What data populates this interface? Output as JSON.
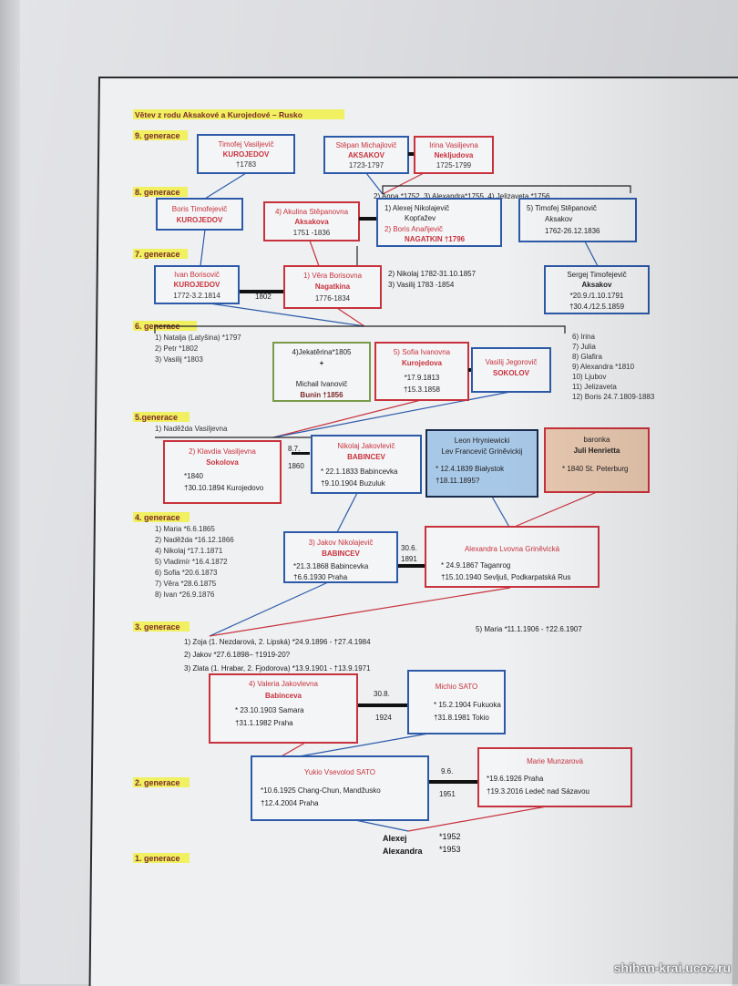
{
  "title": "Větev z rodu Aksakové a Kurojedové – Rusko",
  "generations": [
    "9. generace",
    "8. generace",
    "7. generace",
    "6. generace",
    "5.generace",
    "4. generace",
    "3. generace",
    "2. generace",
    "1. generace"
  ],
  "persons": {
    "kurojedov9": {
      "lines": [
        "Timofej Vasiljevič",
        "KUROJEDOV",
        "†1783"
      ]
    },
    "aksakov9": {
      "lines": [
        "Stěpan Michajlovič",
        "AKSAKOV",
        "1723-1797"
      ]
    },
    "nekljudova": {
      "lines": [
        "Irina Vasiljevna",
        "Nekljudova",
        "1725-1799"
      ]
    },
    "kurojedov8": {
      "lines": [
        "Boris Timofejevič",
        "KUROJEDOV"
      ]
    },
    "aksakova8": {
      "lines": [
        "4) Akulina Stěpanovna",
        "Aksakova",
        "1751 -1836"
      ]
    },
    "koptjazev": {
      "lines": [
        "1)  Alexej Nikolajevič",
        "Kopťažev",
        "2)  Boris Anaňjevič",
        "NAGATKIN  †1796"
      ]
    },
    "timofej8": {
      "lines": [
        "5)  Timofej Stěpanovič",
        "Aksakov",
        "1762-26.12.1836"
      ]
    },
    "kurojedov7": {
      "lines": [
        "Ivan Borisovič",
        "KUROJEDOV",
        "1772-3.2.1814"
      ]
    },
    "nagatkina": {
      "lines": [
        "1) Věra Borisovna",
        "Nagatkina",
        "1776-1834"
      ]
    },
    "sergej": {
      "lines": [
        "Sergej Timofejevič",
        "Aksakov",
        "*20.9./1.10.1791",
        "†30.4./12.5.1859"
      ]
    },
    "jekaterina": {
      "lines": [
        "4)Jekatěrina*1805",
        "+",
        "Michail Ivanovič",
        "Bunin  †1856"
      ]
    },
    "sofia": {
      "lines": [
        "5) Sofia Ivanovna",
        "Kurojedova",
        "*17.9.1813",
        "†15.3.1858"
      ]
    },
    "sokolov": {
      "lines": [
        "Vasilij Jegorovič",
        "SOKOLOV"
      ]
    },
    "sokolova": {
      "lines": [
        "2) Klavdia Vasiljevna",
        "Sokolova",
        "*1840",
        "†30.10.1894 Kurojedovo"
      ]
    },
    "babincev5": {
      "lines": [
        "Nikolaj Jakovlevič",
        "BABINCEV",
        "* 22.1.1833 Babincevka",
        "†9.10.1904 Buzuluk"
      ]
    },
    "hryniewicki": {
      "lines": [
        "Leon Hryniewicki",
        "Lev Francevič Griněvickij",
        "* 12.4.1839 Białystok",
        "†18.11.1895?"
      ]
    },
    "juli": {
      "lines": [
        "baronka",
        "Juli Henrietta",
        "* 1840 St. Peterburg"
      ]
    },
    "babincev4": {
      "lines": [
        "3) Jakov Nikolajevič",
        "BABINCEV",
        "*21.3.1868 Babincevka",
        "†6.6.1930 Praha"
      ]
    },
    "grinevicka": {
      "lines": [
        "Alexandra Lvovna Griněvická",
        "* 24.9.1867 Taganrog",
        "†15.10.1940 Sevljuš, Podkarpatská Rus"
      ]
    },
    "valeria": {
      "lines": [
        "4) Valeria Jakovlevna",
        "Babinceva",
        "* 23.10.1903 Samara",
        "†31.1.1982 Praha"
      ]
    },
    "michio": {
      "lines": [
        "Michio SATO",
        "* 15.2.1904 Fukuoka",
        "†31.8.1981 Tokio"
      ]
    },
    "yukio": {
      "lines": [
        "Yukio Vsevolod SATO",
        "*10.6.1925 Chang-Chun, Mandžusko",
        "†12.4.2004 Praha"
      ]
    },
    "marie": {
      "lines": [
        "Marie Munzarová",
        "*19.6.1926 Praha",
        "†19.3.2016 Ledeč nad Sázavou"
      ]
    }
  },
  "marriages": {
    "m7": "1802",
    "m5a": "8.7.",
    "m5b": "1860",
    "m4a": "30.6.",
    "m4b": "1891",
    "m3a": "30.8.",
    "m3b": "1924",
    "m2a": "9.6.",
    "m2b": "1951"
  },
  "lists": {
    "children9": [
      "2) Anna *1752, 3) Alexandra*1755,  4) Jelizaveta *1756"
    ],
    "children7": [
      "2) Nikolaj 1782-31.10.1857",
      "3) Vasilij  1783 -1854"
    ],
    "children6left": [
      "1) Natalja (Latyšina) *1797",
      "2) Petr *1802",
      "3) Vasilij *1803"
    ],
    "children6right": [
      "6) Irina",
      "7) Julia",
      "8) Glafira",
      "9) Alexandra *1810",
      "10) Ljubov",
      "11) Jelizaveta",
      "12) Boris 24.7.1809-1883"
    ],
    "children5": [
      "1) Naděžda Vasiljevna"
    ],
    "children4": [
      "1) Maria *6.6.1865",
      "2) Naděžda  *16.12.1866",
      "4) Nikolaj *17.1.1871",
      "5) Vladimír *16.4.1872",
      "6) Sofia *20.6.1873",
      "7) Věra *28.6.1875",
      "8) Ivan *26.9.1876"
    ],
    "children3": [
      "1)  Zoja (1. Nezdarová, 2. Lipská) *24.9.1896 - †27.4.1984",
      "2)  Jakov *27.6.1898– †1919-20?",
      "3)  Zlata (1. Hrabar, 2. Fjodorova)  *13.9.1901 - †13.9.1971"
    ],
    "maria3": "5) Maria *11.1.1906 - †22.6.1907",
    "children1": [
      "Alexej",
      "Alexandra",
      "*1952",
      "*1953"
    ]
  },
  "watermark": "shihan-krai.ucoz.ru",
  "colors": {
    "red": "#c8323c",
    "blue": "#2d5aa8",
    "green": "#7a9a4a",
    "peach": "#e8c8b0",
    "lightblue": "#a8c8e8",
    "highlight": "#f0f060"
  }
}
